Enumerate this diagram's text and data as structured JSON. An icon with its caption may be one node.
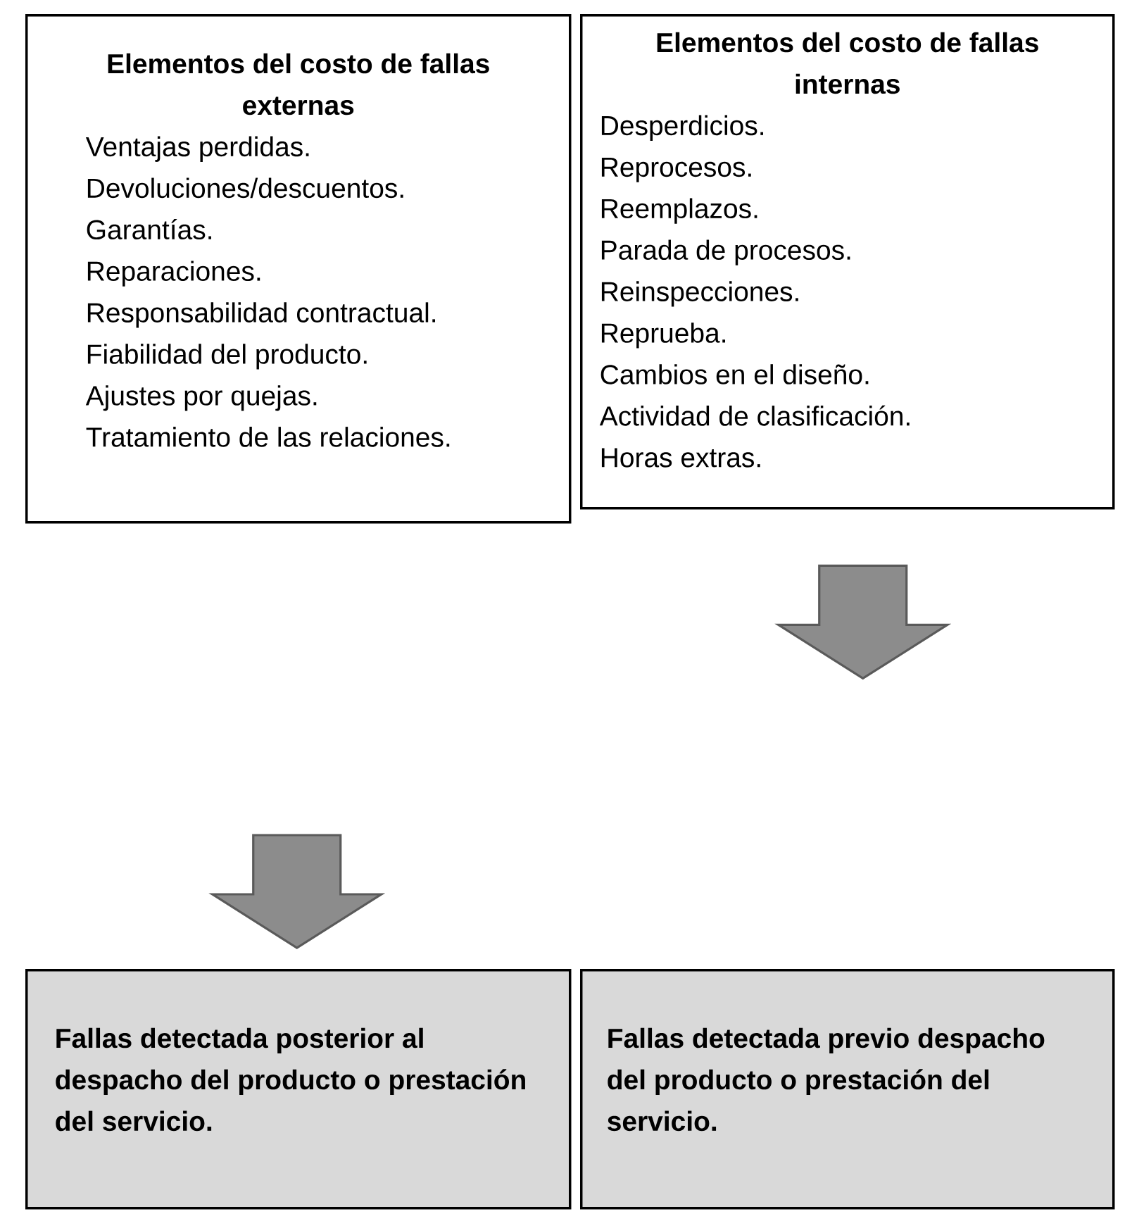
{
  "diagram": {
    "nodes": [
      {
        "text": [
          "Elementos del costo de fallas externas",
          "Ventajas perdidas.",
          "Devoluciones/descuentos.",
          "Garantías.",
          "Reparaciones.",
          "Responsabilidad contractual.",
          "Fiabilidad del producto.",
          "Ajustes por quejas.",
          "Tratamiento de las relaciones."
        ]
      },
      {
        "text": [
          "Elementos del costo de fallas internas",
          "Desperdicios.",
          "Reprocesos.",
          "Reemplazos.",
          "Parada de procesos.",
          "Reinspecciones.",
          "Reprueba.",
          "Cambios en el diseño.",
          "Actividad de clasificación.",
          "Horas extras."
        ]
      },
      {
        "text": [
          "Fallas detectada posterior al despacho del producto o prestación del servicio."
        ]
      },
      {
        "text": [
          "Fallas detectada previo despacho del producto o prestación del servicio."
        ]
      }
    ],
    "edges": [
      {
        "from": null,
        "to": 2,
        "arrow": "to"
      }
    ]
  }
}
